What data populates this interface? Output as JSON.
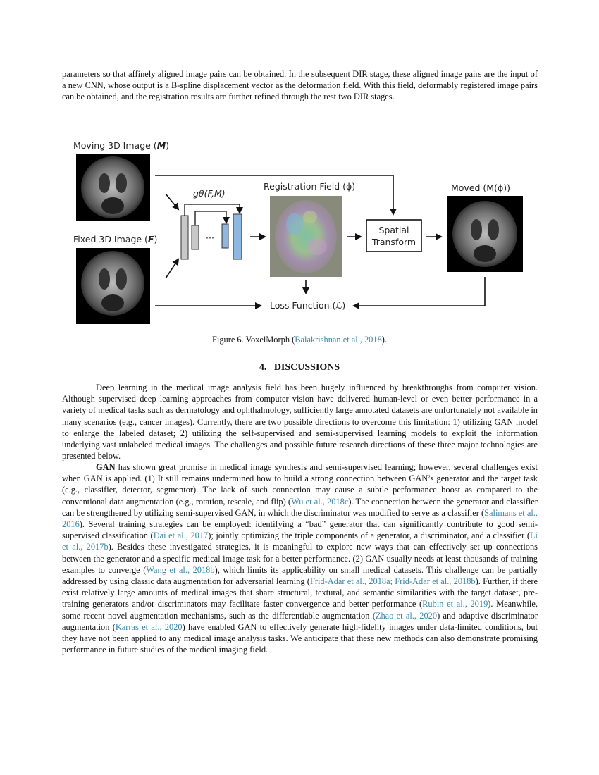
{
  "intro_paragraph": "parameters so that affinely aligned image pairs can be obtained. In the subsequent DIR stage, these aligned image pairs are the input of a new CNN, whose output is a B-spline displacement vector as the deformation field. With this field, deformably registered image pairs can be obtained, and the registration results are further refined through the rest two DIR stages.",
  "figure": {
    "moving_label_prefix": "Moving 3D Image (",
    "moving_label_var": "M",
    "fixed_label_prefix": "Fixed 3D Image (",
    "fixed_label_var": "F",
    "network_label": "gθ(F,M)",
    "ellipsis": "···",
    "registration_label": "Registration Field (ϕ)",
    "spatial_line1": "Spatial",
    "spatial_line2": "Transform",
    "moved_label": "Moved (M(ϕ))",
    "loss_label": "Loss Function (ℒ)",
    "caption_text": "Figure 6. VoxelMorph (",
    "caption_link": "Balakrishnan et al., 2018",
    "caption_end": ")."
  },
  "section": {
    "number": "4.",
    "title": "DISCUSSIONS"
  },
  "discussion_p1": "Deep learning in the medical image analysis field has been hugely influenced by breakthroughs from computer vision. Although supervised deep learning approaches from computer vision have delivered human-level or even better performance in a variety of medical tasks such as dermatology and ophthalmology, sufficiently large annotated datasets are unfortunately not available in many scenarios (e.g., cancer images). Currently, there are two possible directions to overcome this limitation: 1) utilizing GAN model to enlarge the labeled dataset; 2) utilizing the self-supervised and semi-supervised learning models to exploit the information underlying vast unlabeled medical images. The challenges and possible future research directions of these three major technologies are presented below.",
  "discussion_p2": {
    "lead": "GAN",
    "t1": " has shown great promise in medical image synthesis and semi-supervised learning; however, several challenges exist when GAN is applied. (1) It still remains undermined how to build a strong connection between GAN’s generator and the target task (e.g., classifier, detector, segmentor). The lack of such connection may cause a subtle performance boost as compared to the conventional data augmentation (e.g., rotation, rescale, and flip) (",
    "c1": "Wu et al., 2018c",
    "t2": "). The connection between the generator and classifier can be strengthened by utilizing semi-supervised GAN, in which the discriminator was modified to serve as a classifier (",
    "c2": "Salimans et al., 2016",
    "t3": "). Several training strategies can be employed: identifying a “bad” generator that can significantly contribute to good semi-supervised classification (",
    "c3": "Dai et al., 2017",
    "t4": "); jointly optimizing the triple components of a generator, a discriminator, and a classifier (",
    "c4": "Li et al., 2017b",
    "t5": "). Besides these investigated strategies, it is meaningful to explore new ways that can effectively set up connections between the generator and a specific medical image task for a better performance. (2) GAN usually needs at least thousands of training examples to converge (",
    "c5": "Wang et al., 2018b",
    "t6": "), which limits its applicability on small medical datasets. This challenge can be partially addressed by using classic data augmentation for adversarial learning (",
    "c6": "Frid-Adar et al., 2018a; Frid-Adar et al., 2018b",
    "t7": "). Further, if there exist relatively large amounts of medical images that share structural, textural, and semantic similarities with the target dataset, pre-training generators and/or discriminators may facilitate faster convergence and better performance (",
    "c7": "Rubin et al., 2019",
    "t8": "). Meanwhile, some recent novel augmentation mechanisms, such as the differentiable augmentation (",
    "c8": "Zhao et al., 2020",
    "t9": ") and adaptive discriminator augmentation (",
    "c9": "Karras et al., 2020",
    "t10": ") have enabled GAN to effectively generate high-fidelity images under data-limited conditions, but they have not been applied to any medical image analysis tasks. We anticipate that these new methods can also demonstrate promising performance in future studies of the medical imaging field."
  }
}
